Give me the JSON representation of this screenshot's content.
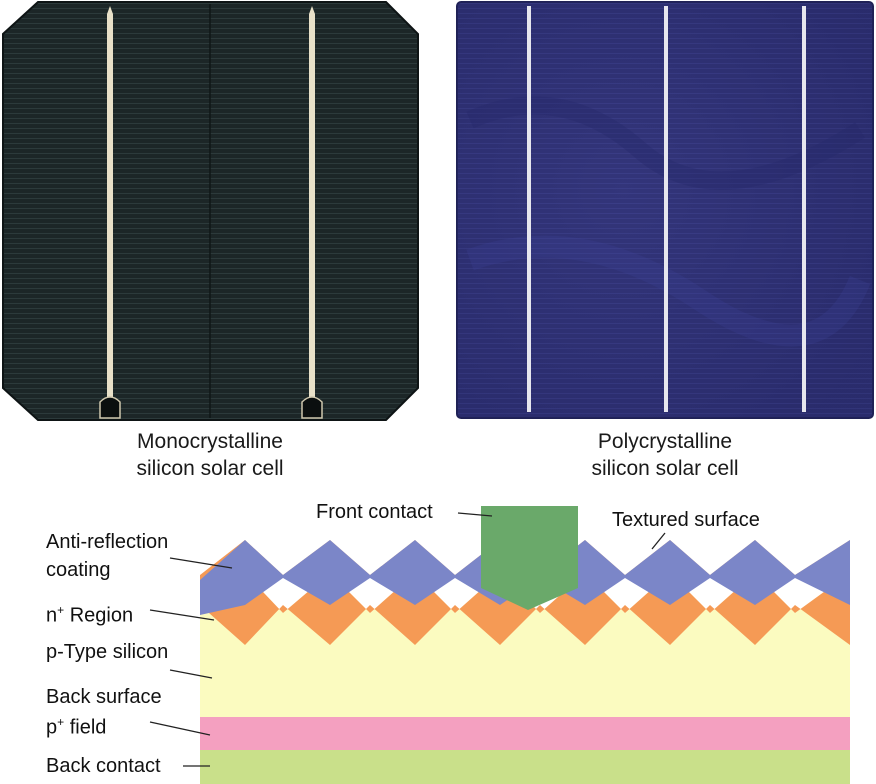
{
  "panels": {
    "mono": {
      "caption_line1": "Monocrystalline",
      "caption_line2": "silicon solar cell",
      "cell_color": "#1c2627",
      "busbar_count": 2
    },
    "poly": {
      "caption_line1": "Polycrystalline",
      "caption_line2": "silicon solar cell",
      "cell_color": "#2f3174",
      "busbar_count": 3
    }
  },
  "cross_section": {
    "labels": {
      "front_contact": "Front contact",
      "textured_surface": "Textured surface",
      "anti_reflection_line1": "Anti-reflection",
      "anti_reflection_line2": "coating",
      "n_region_prefix": "n",
      "n_region_sup": "+",
      "n_region_suffix": " Region",
      "p_type": "p-Type silicon",
      "back_surface_line1": "Back surface",
      "back_field_prefix": "p",
      "back_field_sup": "+",
      "back_field_suffix": " field",
      "back_contact": "Back contact"
    },
    "layer_colors": {
      "anti_reflection": "#7b86c8",
      "n_region": "#f59a55",
      "p_type": "#fbfbc0",
      "back_surface_field": "#f4a0c0",
      "back_contact": "#c9e08a",
      "front_contact": "#6aa96a"
    }
  }
}
